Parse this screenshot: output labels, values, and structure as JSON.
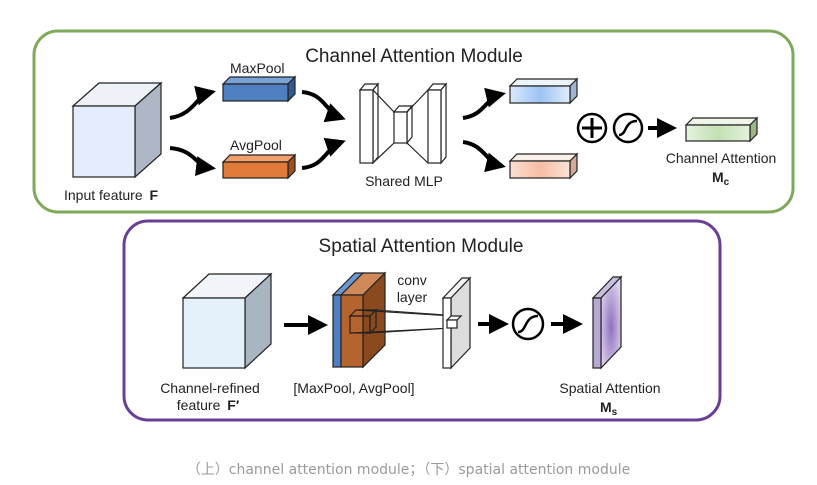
{
  "channel_module": {
    "title": "Channel Attention Module",
    "input_label": "Input feature",
    "input_symbol": "F",
    "maxpool_label": "MaxPool",
    "avgpool_label": "AvgPool",
    "mlp_label": "Shared MLP",
    "output_label": "Channel Attention",
    "output_symbol": "M",
    "output_subscript": "c",
    "border_color": "#7ea85a"
  },
  "spatial_module": {
    "title": "Spatial Attention Module",
    "input_label_line1": "Channel-refined",
    "input_label_line2": "feature",
    "input_symbol": "F′",
    "concat_label": "[MaxPool, AvgPool]",
    "conv_label_line1": "conv",
    "conv_label_line2": "layer",
    "output_label": "Spatial Attention",
    "output_symbol": "M",
    "output_subscript": "s",
    "border_color": "#6a3d96"
  },
  "caption": "（上）channel attention module；（下）spatial attention module"
}
